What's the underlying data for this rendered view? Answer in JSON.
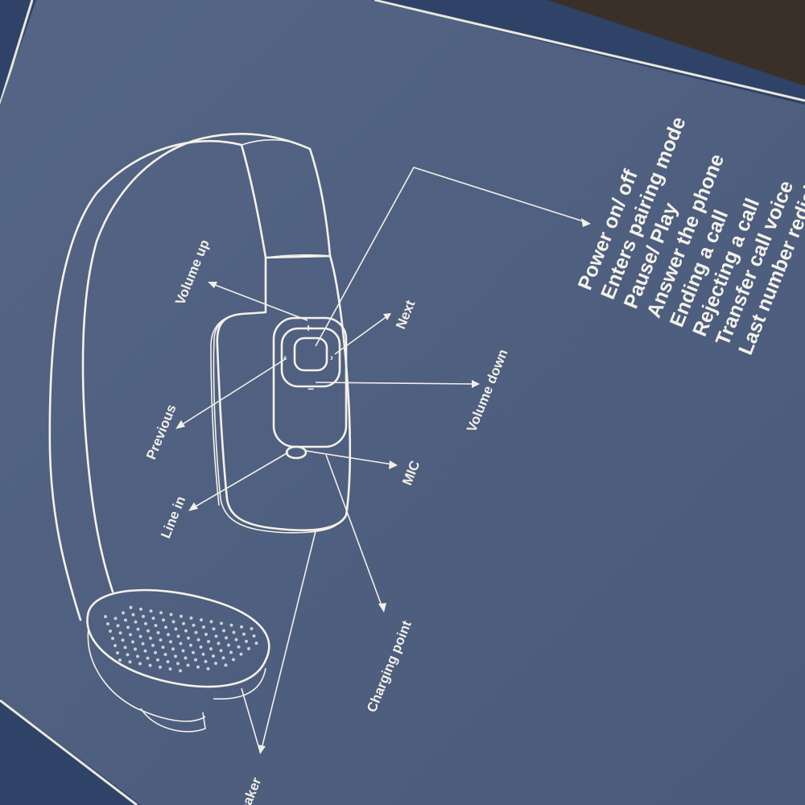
{
  "diagram": {
    "controls": {
      "volume_up": "Volume up",
      "next": "Next",
      "previous": "Previous",
      "volume_down": "Volume down",
      "line_in": "Line in",
      "mic": "MIC",
      "charging_point": "Charging point",
      "speaker": "Speaker"
    },
    "multifunction_button": [
      "Power on/ off",
      "Enters pairing mode",
      "Pause/ Play",
      "Answer the phone",
      "Ending a call",
      "Rejecting a call",
      "Transfer call voice",
      "Last number redial"
    ],
    "colors": {
      "paper": "#4f6080",
      "ink": "#f2efe6",
      "border": "#33466b"
    }
  }
}
